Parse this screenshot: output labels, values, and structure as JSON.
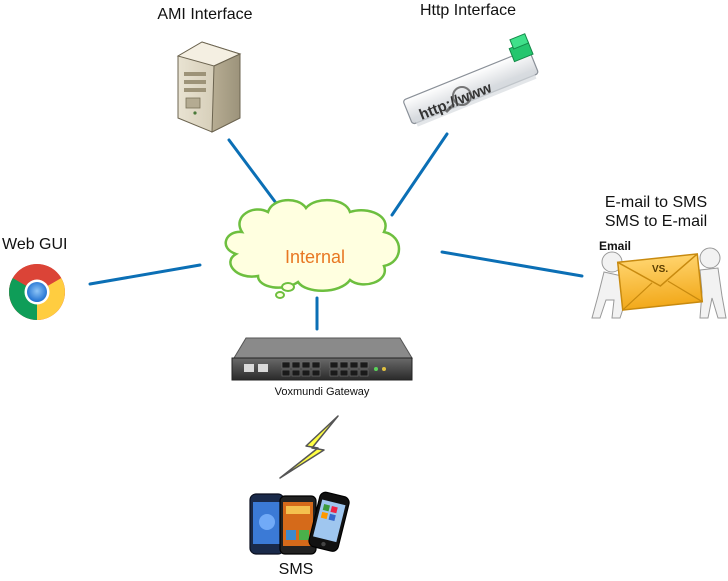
{
  "nodes": {
    "ami": {
      "label": "AMI Interface"
    },
    "http": {
      "label": "Http Interface",
      "icon_text": "http://www"
    },
    "webgui": {
      "label": "Web GUI"
    },
    "email": {
      "label_line1": "E-mail to SMS",
      "label_line2": "SMS to E-mail",
      "icon_text_email": "Email",
      "icon_text_vs": "VS."
    },
    "cloud": {
      "label": "Internal"
    },
    "gateway": {
      "label": "Voxmundi Gateway"
    },
    "sms": {
      "label": "SMS"
    }
  },
  "colors": {
    "connector": "#0b6fb5",
    "cloud_fill": "#ffffe0",
    "cloud_stroke": "#6dbf3f",
    "cloud_text": "#e87722",
    "lightning_fill": "#ffff44",
    "lightning_stroke": "#555555",
    "envelope": "#f5b821"
  },
  "icons": {
    "ami": "server-tower-icon",
    "http": "browser-address-bar-icon",
    "webgui": "chrome-browser-icon",
    "email": "email-vs-envelope-icon",
    "gateway": "rack-gateway-device-icon",
    "link": "lightning-bolt-icon",
    "sms": "smartphones-icon"
  }
}
